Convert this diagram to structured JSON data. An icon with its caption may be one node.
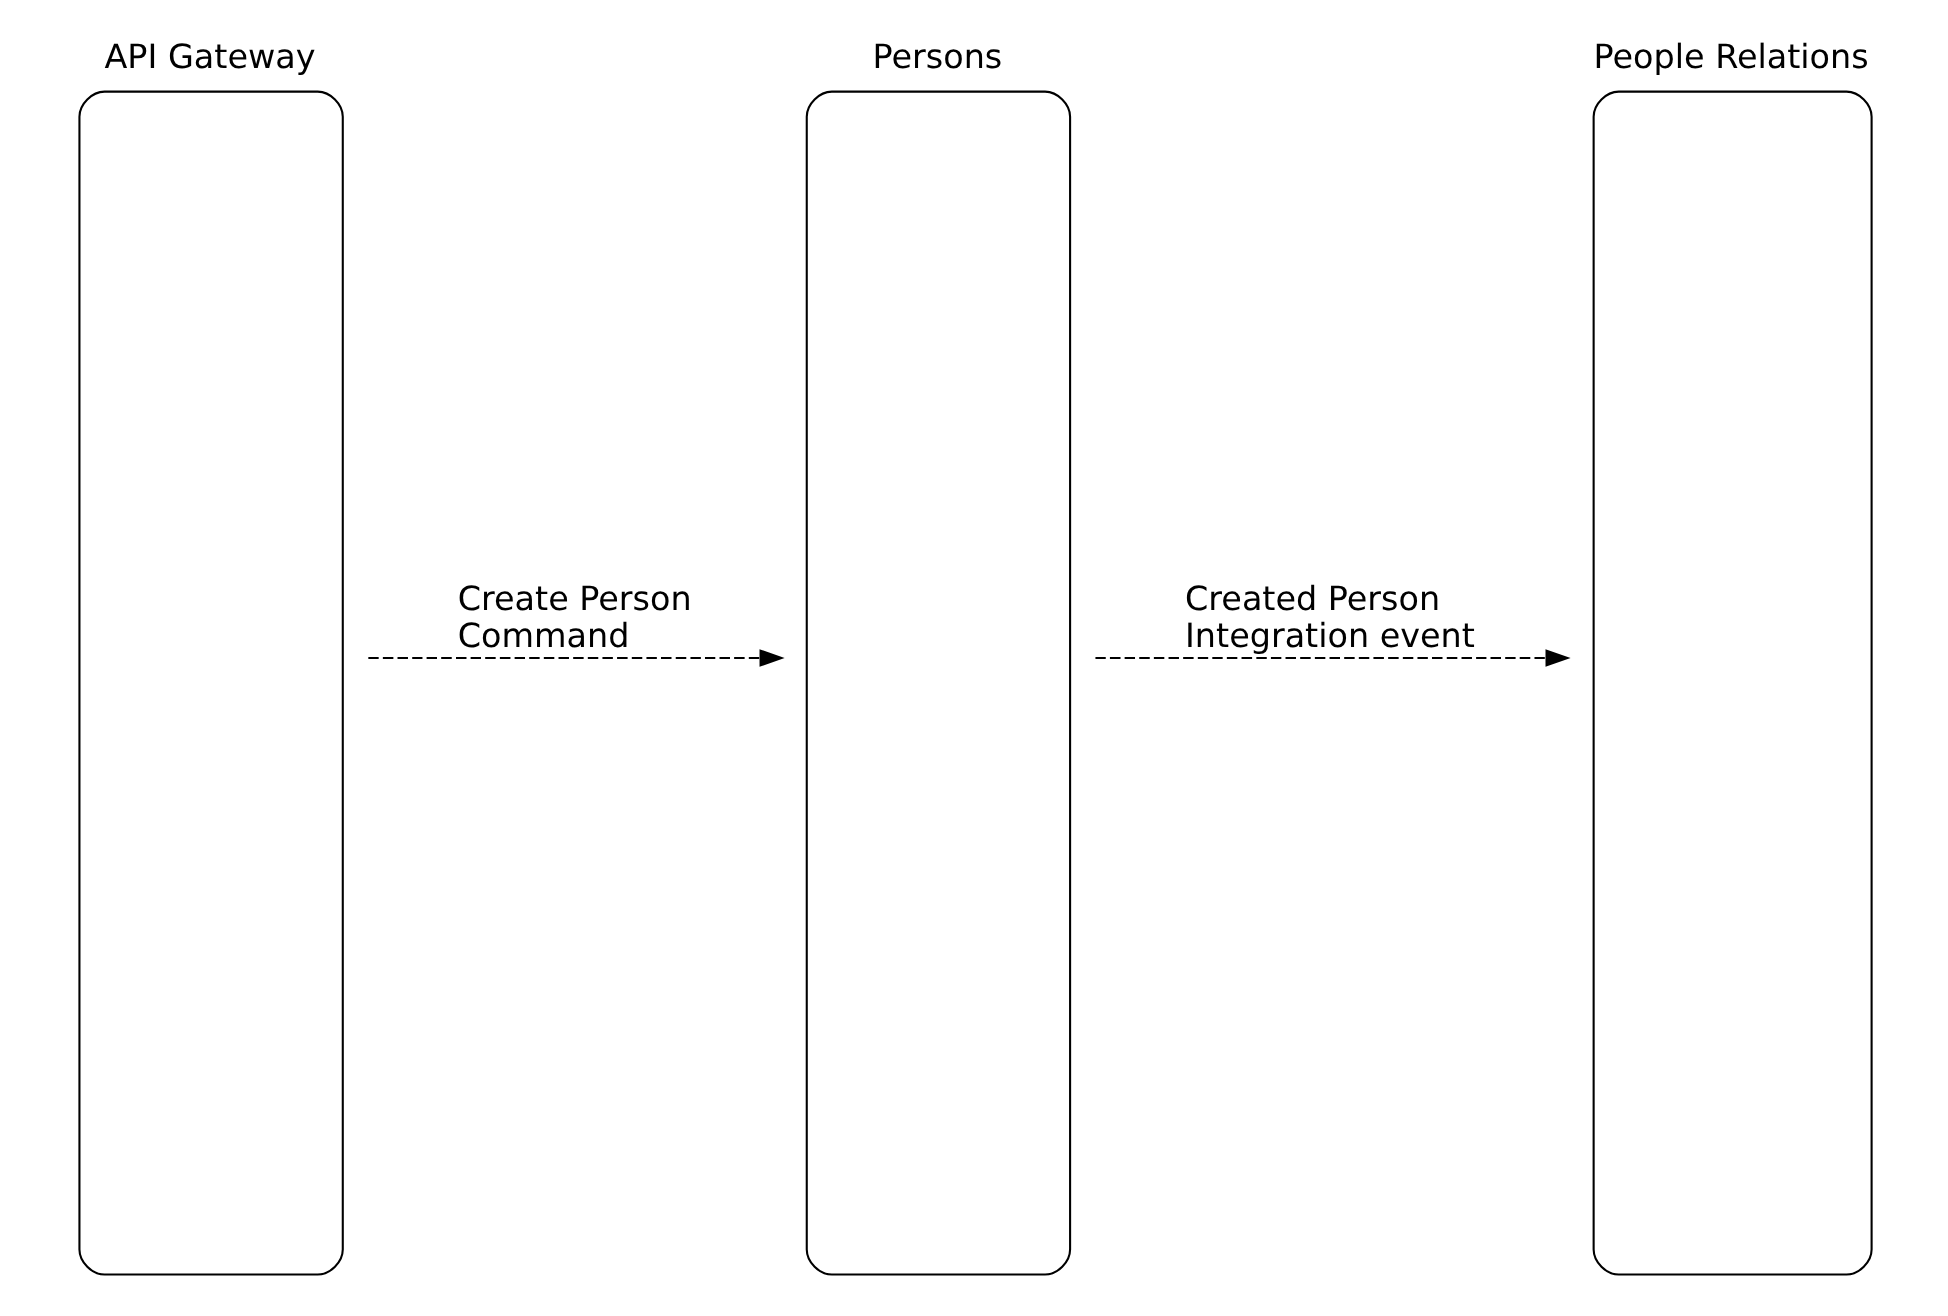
{
  "diagram": {
    "nodes": [
      {
        "text": [
          "API Gateway"
        ]
      },
      {
        "text": [
          "Persons"
        ]
      },
      {
        "text": [
          "People Relations"
        ]
      }
    ],
    "edges": [
      {
        "from": 0,
        "to": 1,
        "arrow": "to",
        "style": "dashed",
        "label": "Create Person Command"
      },
      {
        "from": 1,
        "to": 2,
        "arrow": "to",
        "style": "dashed",
        "label": "Created Person Integration event"
      }
    ]
  }
}
